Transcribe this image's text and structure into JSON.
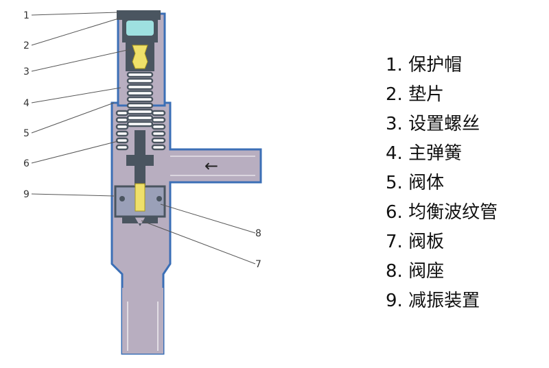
{
  "callouts": [
    {
      "num": "1"
    },
    {
      "num": "2"
    },
    {
      "num": "3"
    },
    {
      "num": "4"
    },
    {
      "num": "5"
    },
    {
      "num": "6"
    },
    {
      "num": "9"
    },
    {
      "num": "8"
    },
    {
      "num": "7"
    }
  ],
  "flow_arrow": "←",
  "legend": [
    "1. 保护帽",
    "2. 垫片",
    "3. 设置螺丝",
    "4. 主弹簧",
    "5. 阀体",
    "6. 均衡波纹管",
    "7. 阀板",
    "8. 阀座",
    "9. 减振装置"
  ],
  "colors": {
    "body_fill": "#b8aec0",
    "body_outline": "#3b6fb6",
    "dark_part": "#4a5560",
    "cap_top": "#9ee0e0",
    "screw": "#efe06a",
    "spring": "#ffffff"
  }
}
